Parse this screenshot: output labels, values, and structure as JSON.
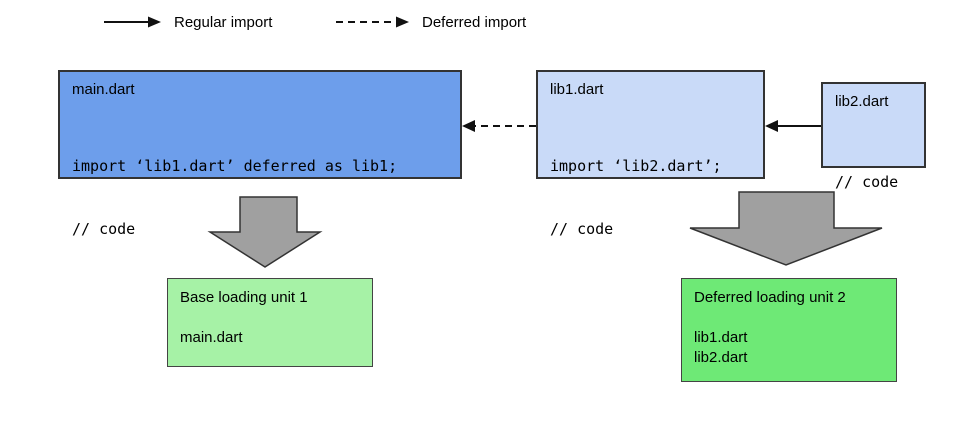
{
  "legend": {
    "regular_label": "Regular import",
    "deferred_label": "Deferred import"
  },
  "file_boxes": {
    "main": {
      "title": "main.dart",
      "code_line_1": "import ‘lib1.dart’ deferred as lib1;",
      "code_line_2": "// code"
    },
    "lib1": {
      "title": "lib1.dart",
      "code_line_1": "import ‘lib2.dart’;",
      "code_line_2": "// code"
    },
    "lib2": {
      "title": "lib2.dart",
      "code_line_1": "// code"
    }
  },
  "loading_units": {
    "base": {
      "title": "Base loading unit 1",
      "file_1": "main.dart"
    },
    "deferred": {
      "title": "Deferred loading unit 2",
      "file_1": "lib1.dart",
      "file_2": "lib2.dart"
    }
  },
  "colors": {
    "main_box_fill": "#6d9eeb",
    "lib_box_fill": "#c9daf8",
    "box_border": "#333333",
    "base_unit_fill": "#a6f2a6",
    "deferred_unit_fill": "#6ee976",
    "unit_border": "#444444",
    "block_arrow_fill": "#a0a0a0",
    "arrow_color": "#111111",
    "text_color": "#000000",
    "background": "#ffffff"
  }
}
